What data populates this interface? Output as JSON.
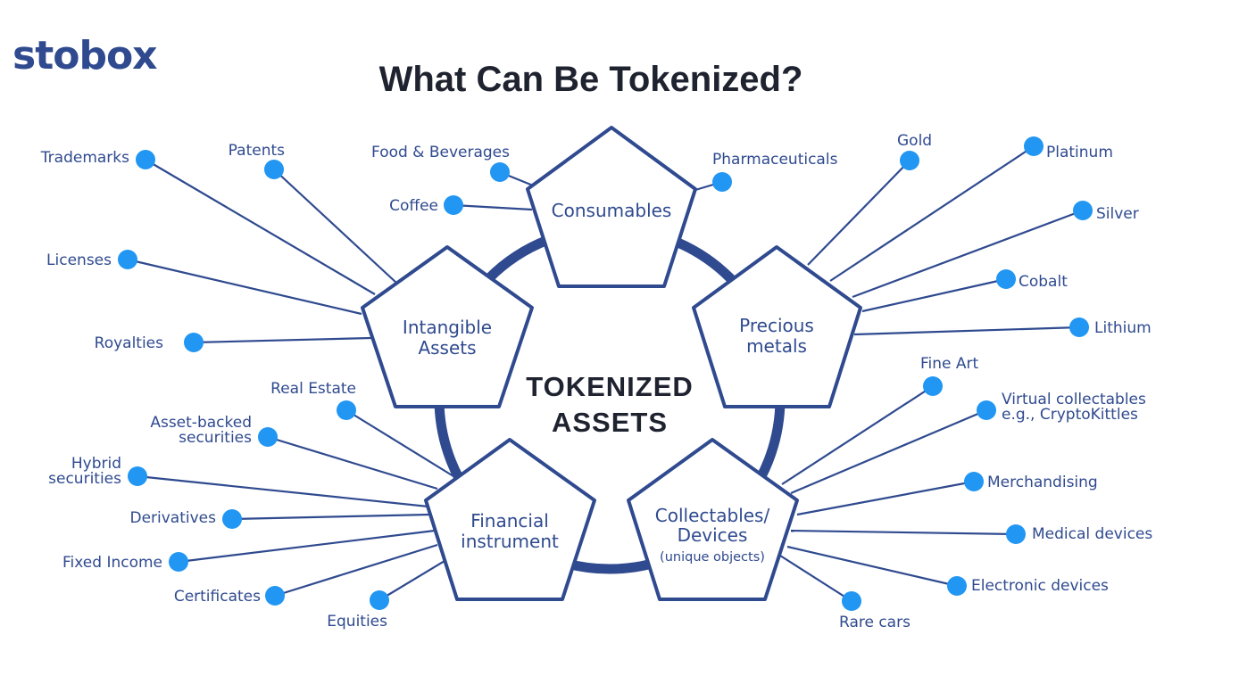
{
  "brand": {
    "logo": "stobox"
  },
  "title": "What Can Be Tokenized?",
  "center": {
    "line1": "TOKENIZED",
    "line2": "ASSETS"
  },
  "colors": {
    "primary": "#2f4a8f",
    "dot": "#2196f3",
    "title": "#1f2330"
  },
  "categories": {
    "consumables": {
      "lines": [
        "Consumables"
      ],
      "sub": ""
    },
    "intangible": {
      "lines": [
        "Intangible",
        "Assets"
      ],
      "sub": ""
    },
    "precious": {
      "lines": [
        "Precious",
        "metals"
      ],
      "sub": ""
    },
    "financial": {
      "lines": [
        "Financial",
        "instrument"
      ],
      "sub": ""
    },
    "collectables": {
      "lines": [
        "Collectables/",
        "Devices"
      ],
      "sub": "(unique objects)"
    }
  },
  "items": {
    "consumables": [
      "Food & Beverages",
      "Coffee",
      "Pharmaceuticals"
    ],
    "intangible": [
      "Trademarks",
      "Patents",
      "Licenses",
      "Royalties"
    ],
    "precious": [
      "Gold",
      "Platinum",
      "Silver",
      "Cobalt",
      "Lithium"
    ],
    "financial": [
      "Real Estate",
      [
        "Asset-backed",
        "securities"
      ],
      [
        "Hybrid",
        "securities"
      ],
      "Derivatives",
      "Fixed Income",
      "Certificates",
      "Equities"
    ],
    "collectables": [
      "Fine Art",
      [
        "Virtual collectables",
        "e.g., CryptoKittles"
      ],
      "Merchandising",
      "Medical devices",
      "Electronic devices",
      "Rare cars"
    ]
  }
}
